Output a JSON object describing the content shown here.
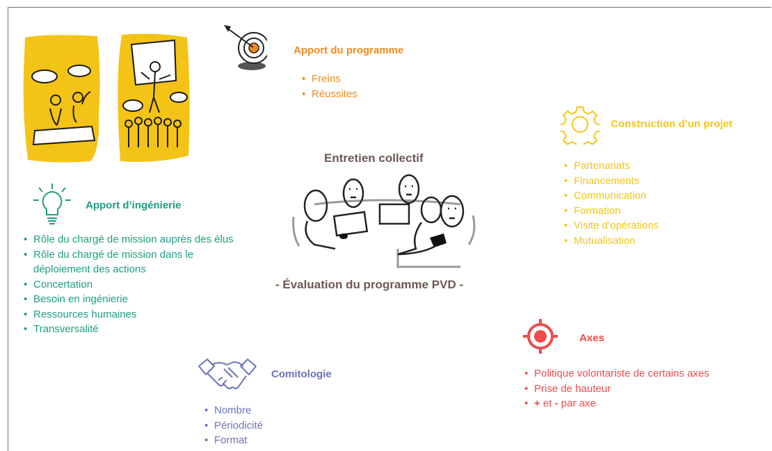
{
  "center": {
    "title": "Entretien collectif",
    "subtitle": "- Évaluation du programme PVD -"
  },
  "apport_programme": {
    "title": "Apport du programme",
    "items": [
      "Freins",
      "Réussites"
    ],
    "color": "#ee8a1f",
    "icon": "target-icon"
  },
  "construction_projet": {
    "title": "Construction d’un projet",
    "items": [
      "Partenariats",
      "Financements",
      "Communication",
      "Formation",
      "Visite d’opérations",
      "Mutualisation"
    ],
    "color": "#f4c613",
    "icon": "gear-icon"
  },
  "apport_ingenierie": {
    "title": "Apport d’ingénierie",
    "items": [
      "Rôle du chargé de mission auprès des élus",
      "Rôle du chargé de mission dans le",
      "déploiement des actions",
      "Concertation",
      "Besoin en ingénierie",
      "Ressources humaines",
      "Transversalité"
    ],
    "color": "#1d9e82",
    "icon": "lightbulb-icon"
  },
  "axes": {
    "title": "Axes",
    "items": [
      "Politique volontariste de certains axes",
      "Prise de hauteur"
    ],
    "last_item": {
      "plus": "+",
      "mid": " et ",
      "minus": "-",
      "end": " par axe"
    },
    "color": "#ef4b4b",
    "icon": "crosshair-icon"
  },
  "comitologie": {
    "title": "Comitologie",
    "items": [
      "Nombre",
      "Périodicité",
      "Format"
    ],
    "color": "#6a74b8",
    "icon": "handshake-icon"
  }
}
